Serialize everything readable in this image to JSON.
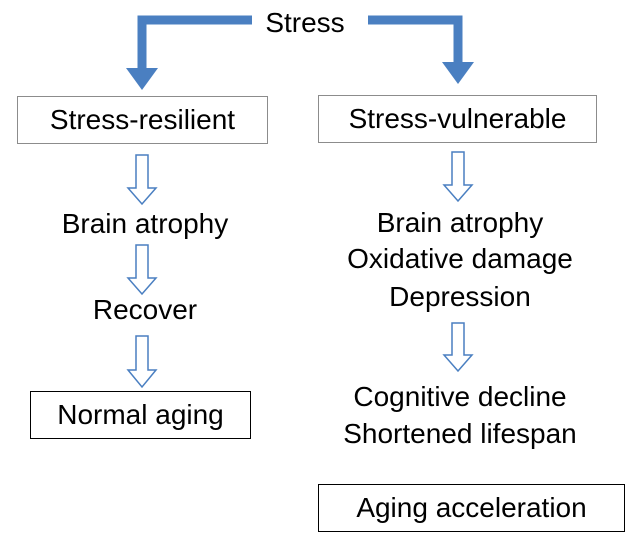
{
  "root": {
    "label": "Stress"
  },
  "left_branch": {
    "box_label": "Stress-resilient",
    "steps": [
      "Brain atrophy",
      "Recover"
    ],
    "outcome": "Normal aging"
  },
  "right_branch": {
    "box_label": "Stress-vulnerable",
    "steps_group_1": [
      "Brain atrophy",
      "Oxidative damage",
      "Depression"
    ],
    "steps_group_2": [
      "Cognitive decline",
      "Shortened lifespan"
    ],
    "outcome": "Aging acceleration"
  },
  "colors": {
    "main_arrow": "#4a7fc1",
    "hollow_arrow": "#4a7fc1",
    "gray_box_border": "#8c8c8c",
    "black_box_border": "#000000"
  }
}
